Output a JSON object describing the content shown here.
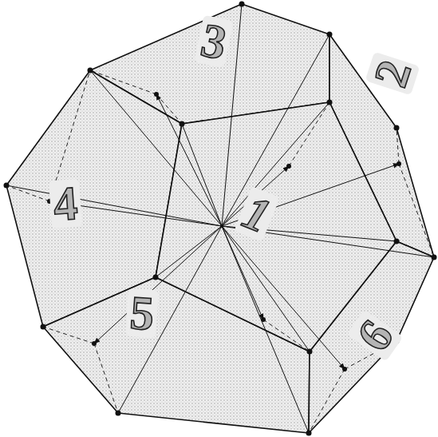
{
  "diagram": {
    "labels": [
      "3",
      "2",
      "4",
      "1",
      "5",
      "6"
    ]
  }
}
